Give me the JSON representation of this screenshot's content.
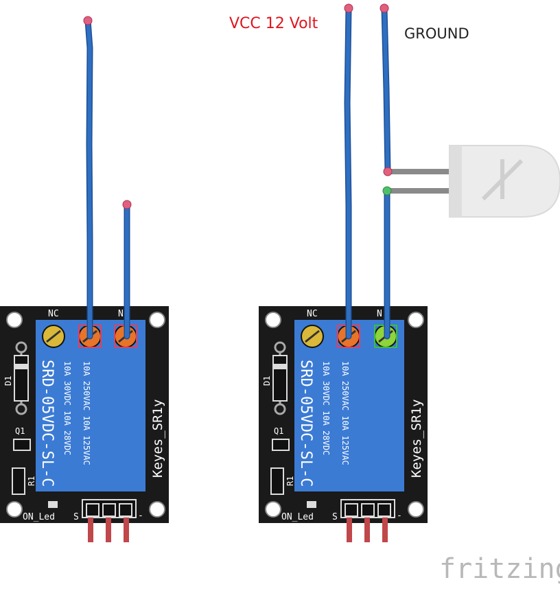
{
  "labels": {
    "vcc": "VCC 12 Volt",
    "ground": "GROUND",
    "watermark": "fritzing"
  },
  "relay_modules": [
    {
      "terminal_nc": "NC",
      "terminal_no": "N",
      "model": "SRD-05VDC-SL-C",
      "rating_line1": "10A 250VAC  10A 125VAC",
      "rating_line2": "10A  30VDC  10A  28VDC",
      "brand": "Keyes_SR1y",
      "diode": "D1",
      "transistor": "Q1",
      "resistor": "R1",
      "led": "ON_Led",
      "signal_pin": "S",
      "minus_pin": "-"
    },
    {
      "terminal_nc": "NC",
      "terminal_no": "N",
      "model": "SRD-05VDC-SL-C",
      "rating_line1": "10A 250VAC  10A 125VAC",
      "rating_line2": "10A  30VDC  10A  28VDC",
      "brand": "Keyes_SR1y",
      "diode": "D1",
      "transistor": "Q1",
      "resistor": "R1",
      "led": "ON_Led",
      "signal_pin": "S",
      "minus_pin": "-"
    }
  ],
  "colors": {
    "wire": "#2f6fc2",
    "pcb": "#1a1a1a",
    "relay_body": "#3b7bd4",
    "vcc_label": "#e0141e",
    "screw_orange": "#e8742a",
    "screw_green": "#8ed43a",
    "screw_yellow": "#d9b83a"
  }
}
